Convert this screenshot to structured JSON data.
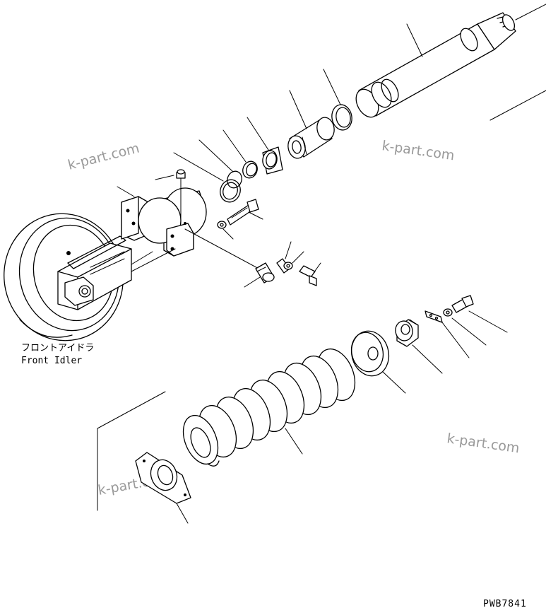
{
  "caption": {
    "japanese": "フロントアイドラ",
    "english": "Front Idler"
  },
  "drawing_code": "PWB7841",
  "watermarks": [
    "k-part.com",
    "k-part.com",
    "k-part.com",
    "k-part.com"
  ]
}
